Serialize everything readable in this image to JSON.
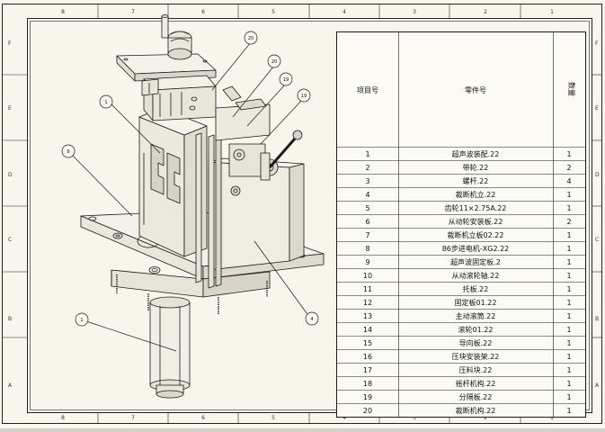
{
  "frame": {
    "top_zones": [
      "8",
      "7",
      "6",
      "5",
      "4",
      "3",
      "2",
      "1"
    ],
    "bottom_zones": [
      "8",
      "7",
      "6",
      "5",
      "4",
      "3",
      "2",
      "1"
    ],
    "side_zones": [
      "F",
      "E",
      "D",
      "C",
      "B",
      "A"
    ]
  },
  "bom": {
    "headers": {
      "item_no": "项目号",
      "part_no": "零件号",
      "qty": "数量"
    },
    "rows": [
      {
        "item": "1",
        "part": "超声波装配.22",
        "qty": "1"
      },
      {
        "item": "2",
        "part": "带轮.22",
        "qty": "2"
      },
      {
        "item": "3",
        "part": "螺杆.22",
        "qty": "4"
      },
      {
        "item": "4",
        "part": "裁断机立.22",
        "qty": "1"
      },
      {
        "item": "5",
        "part": "齿轮11×2.75A.22",
        "qty": "1"
      },
      {
        "item": "6",
        "part": "从动轮安装板.22",
        "qty": "2"
      },
      {
        "item": "7",
        "part": "裁断机立板02.22",
        "qty": "1"
      },
      {
        "item": "8",
        "part": "86步进电机-XG2.22",
        "qty": "1"
      },
      {
        "item": "9",
        "part": "超声波固定板.2",
        "qty": "1"
      },
      {
        "item": "10",
        "part": "从动滚轮轴.22",
        "qty": "1"
      },
      {
        "item": "11",
        "part": "托板.22",
        "qty": "1"
      },
      {
        "item": "12",
        "part": "固定板01.22",
        "qty": "1"
      },
      {
        "item": "13",
        "part": "主动滚筒.22",
        "qty": "1"
      },
      {
        "item": "14",
        "part": "滚轮01.22",
        "qty": "1"
      },
      {
        "item": "15",
        "part": "导向板.22",
        "qty": "1"
      },
      {
        "item": "16",
        "part": "压块安装架.22",
        "qty": "1"
      },
      {
        "item": "17",
        "part": "压料块.22",
        "qty": "1"
      },
      {
        "item": "18",
        "part": "摇杆机构.22",
        "qty": "1"
      },
      {
        "item": "19",
        "part": "分隔板.22",
        "qty": "1"
      },
      {
        "item": "20",
        "part": "裁断机构.22",
        "qty": "1"
      }
    ]
  },
  "balloons": [
    {
      "label": "20"
    },
    {
      "label": "20"
    },
    {
      "label": "19"
    },
    {
      "label": "19"
    },
    {
      "label": "1"
    },
    {
      "label": "9"
    },
    {
      "label": "4"
    },
    {
      "label": "1"
    }
  ]
}
